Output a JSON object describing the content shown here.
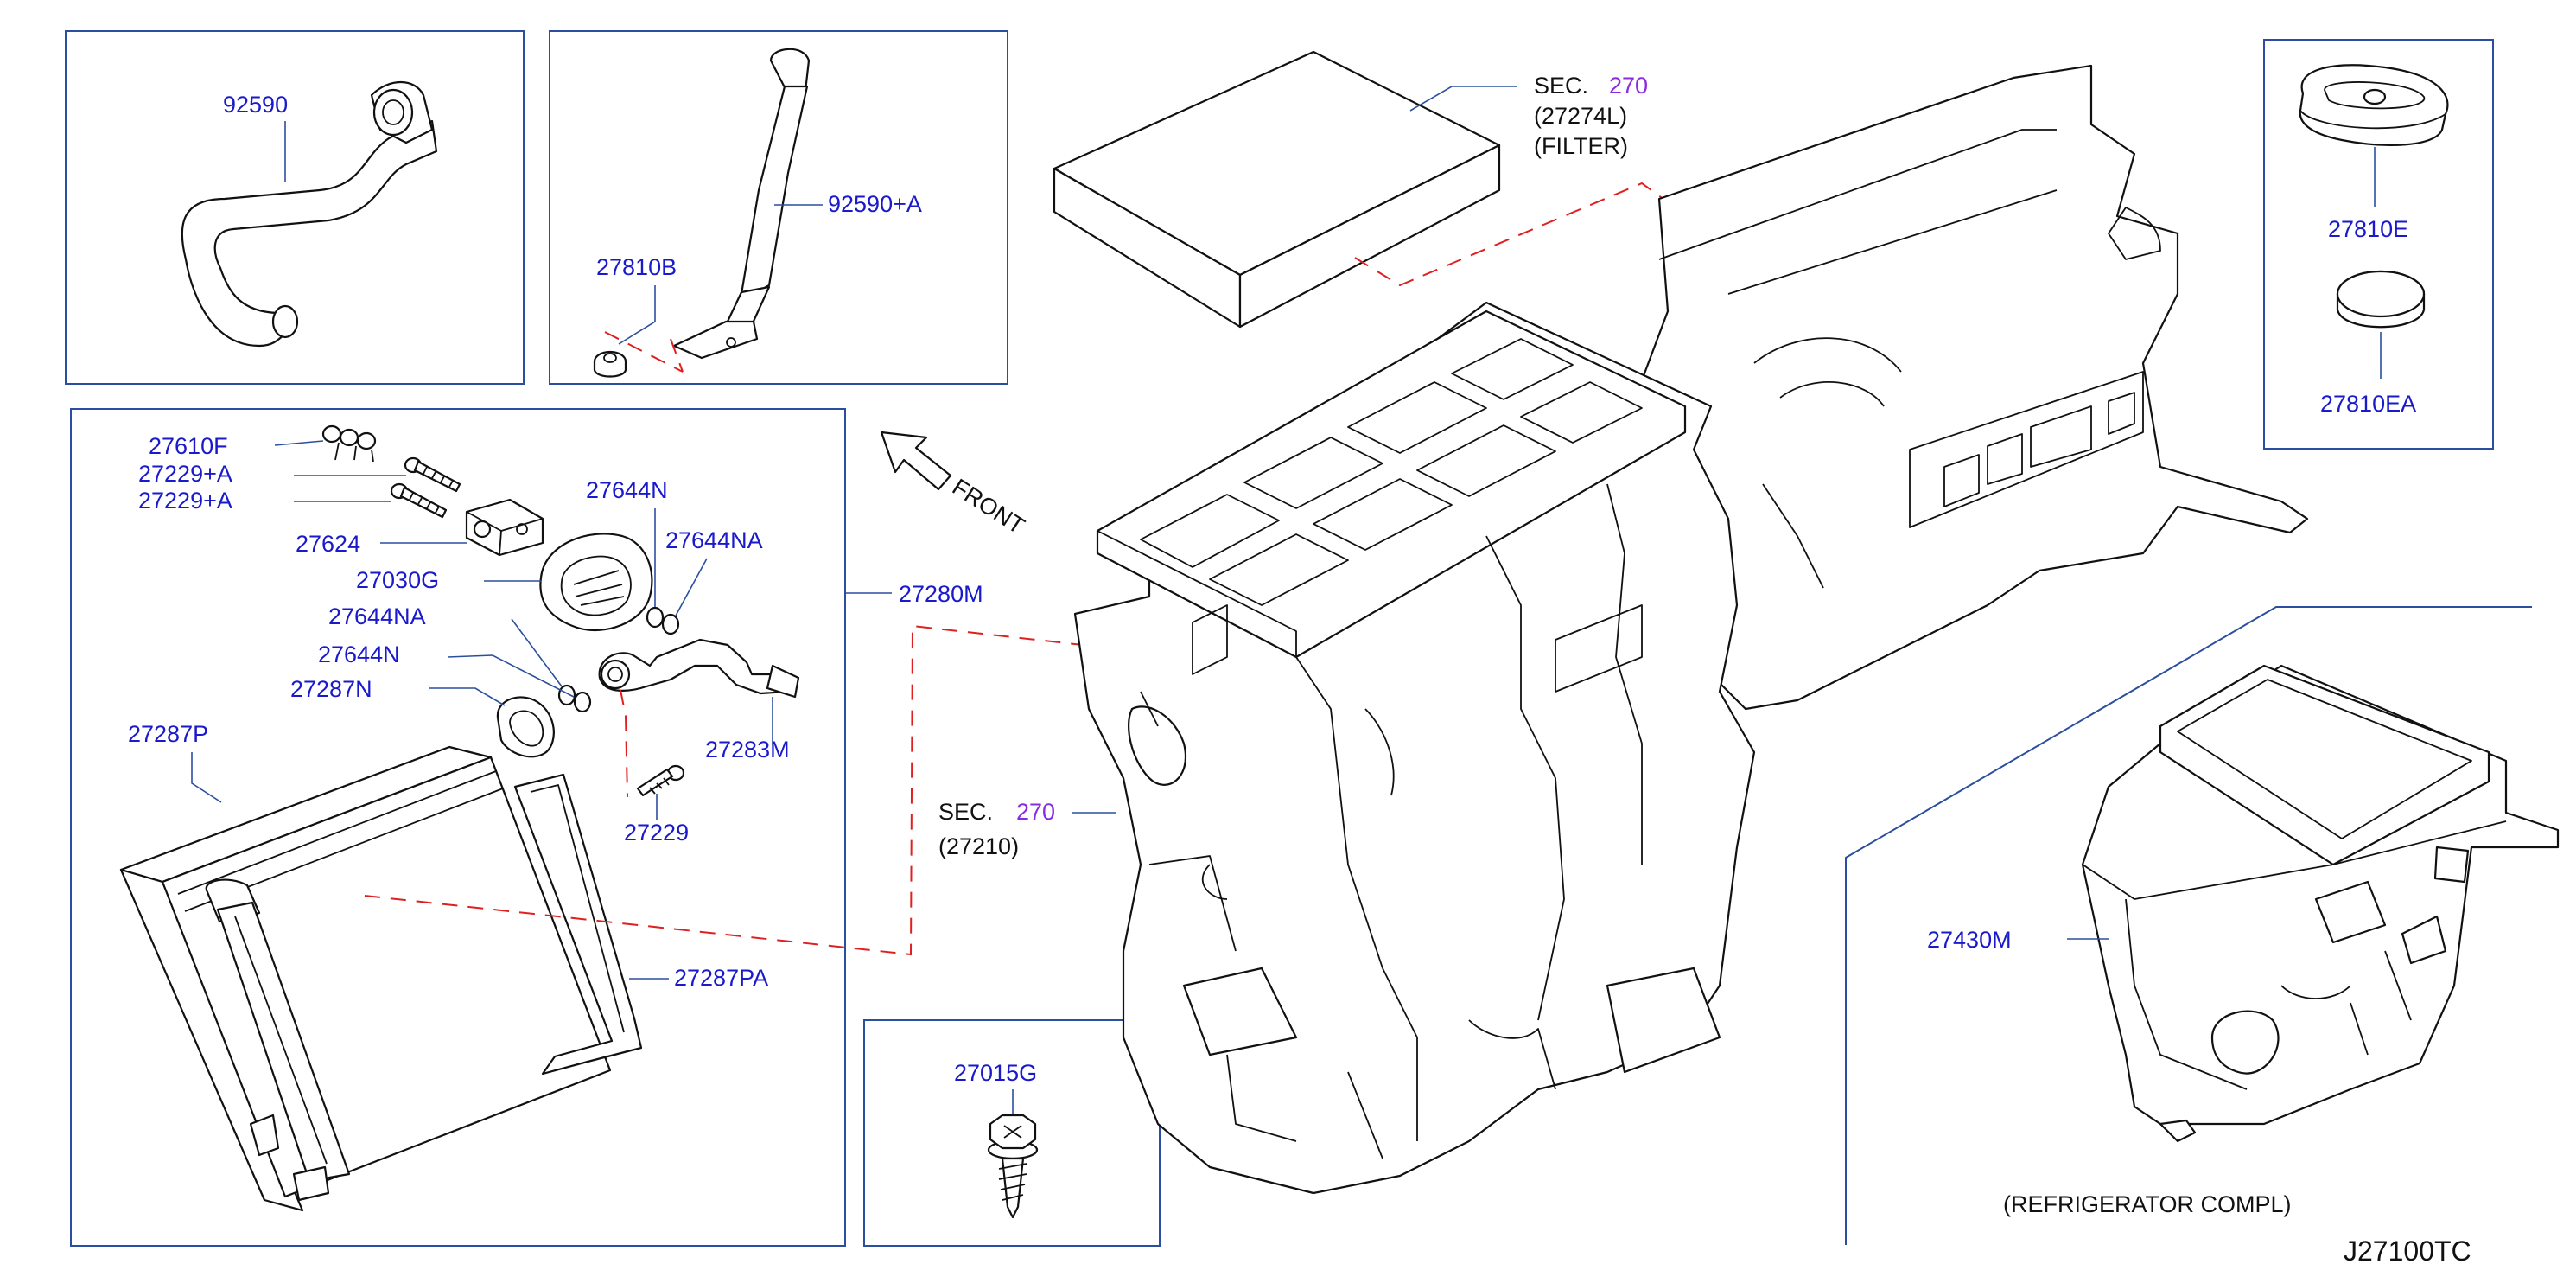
{
  "drawing_code": "J27100TC",
  "front_label": "FRONT",
  "colors": {
    "part_label": "#1a1acd",
    "section_ref": "#8a2be2",
    "box_line": "#2b4f9e",
    "dashed_link": "#e02020"
  },
  "callouts": {
    "p92590": "92590",
    "p92590a": "92590+A",
    "p27810b": "27810B",
    "p27810e": "27810E",
    "p27810ea": "27810EA",
    "p27610f": "27610F",
    "p27229a_1": "27229+A",
    "p27229a_2": "27229+A",
    "p27624": "27624",
    "p27030g": "27030G",
    "p27644n_top": "27644N",
    "p27644na_top": "27644NA",
    "p27644na_mid": "27644NA",
    "p27644n_mid": "27644N",
    "p27287n": "27287N",
    "p27287p": "27287P",
    "p27283m": "27283M",
    "p27229": "27229",
    "p27287pa": "27287PA",
    "p27280m": "27280M",
    "p27015g": "27015G",
    "p27430m": "27430M"
  },
  "sections": {
    "filter": {
      "prefix": "SEC.",
      "number": "270",
      "sub": "(27274L)",
      "name": "(FILTER)"
    },
    "unit": {
      "prefix": "SEC.",
      "number": "270",
      "sub": "(27210)"
    }
  },
  "refrigerator_label": "(REFRIGERATOR   COMPL)"
}
